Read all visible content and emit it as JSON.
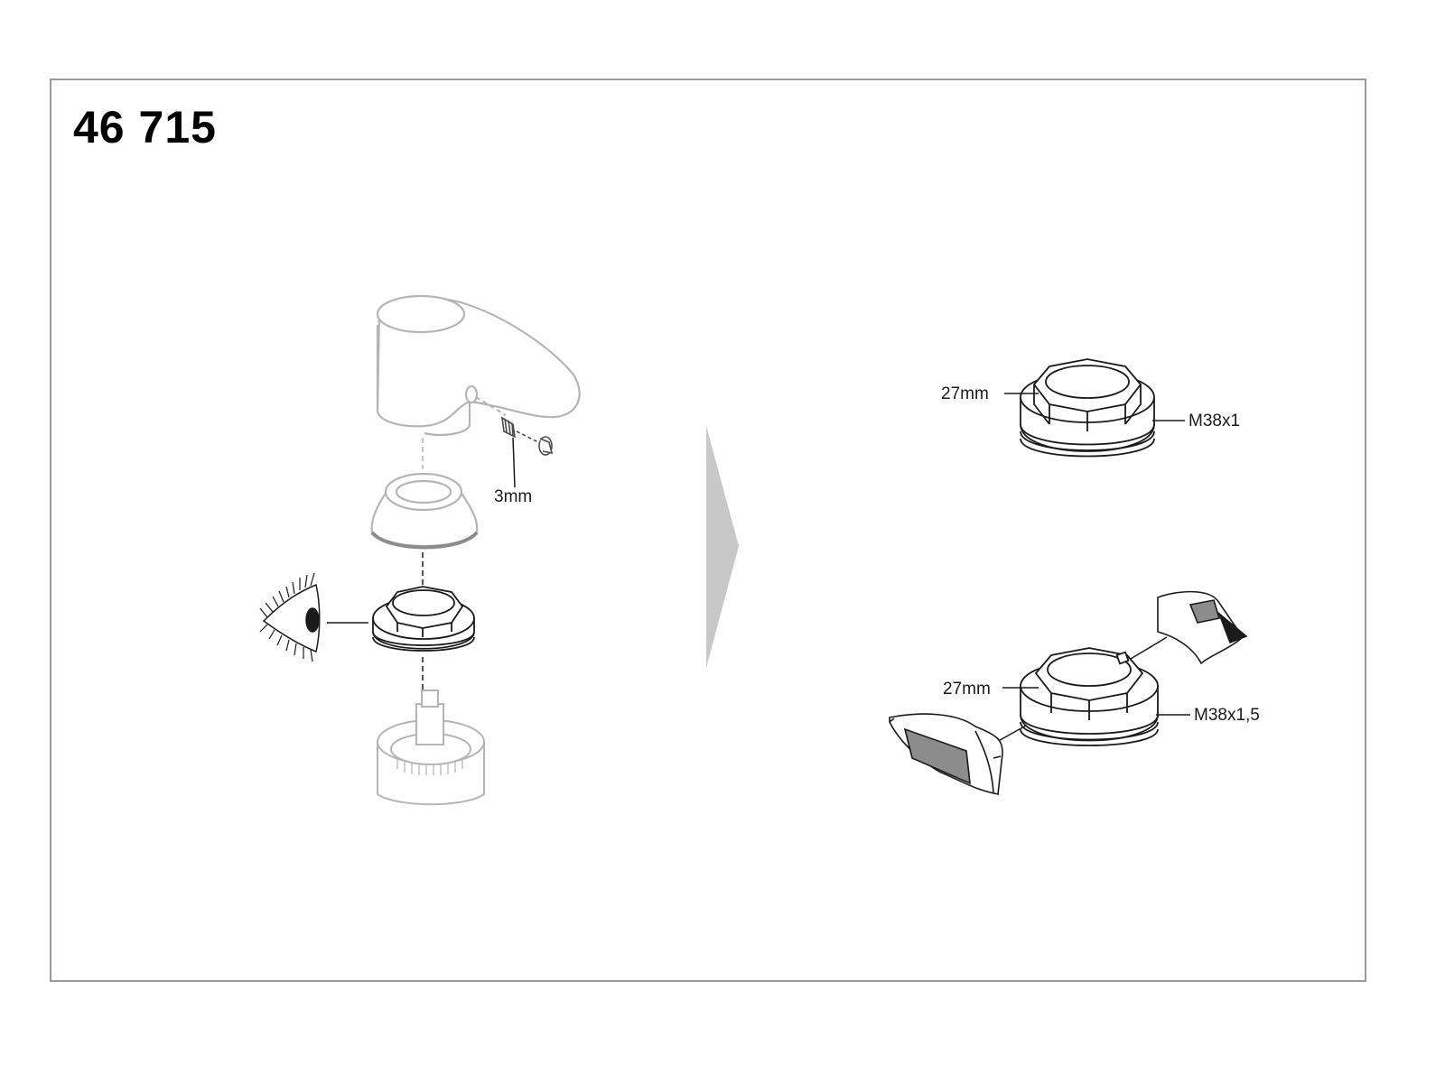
{
  "part_number": "46 715",
  "left_figure": {
    "screw_label": "3mm"
  },
  "right_figure_top": {
    "wrench_size": "27mm",
    "thread": "M38x1"
  },
  "right_figure_bottom": {
    "wrench_size": "27mm",
    "thread": "M38x1,5"
  },
  "colors": {
    "line_light": "#b5b5b5",
    "line_dark": "#1a1a1a",
    "arrow": "#c8c8c8"
  }
}
